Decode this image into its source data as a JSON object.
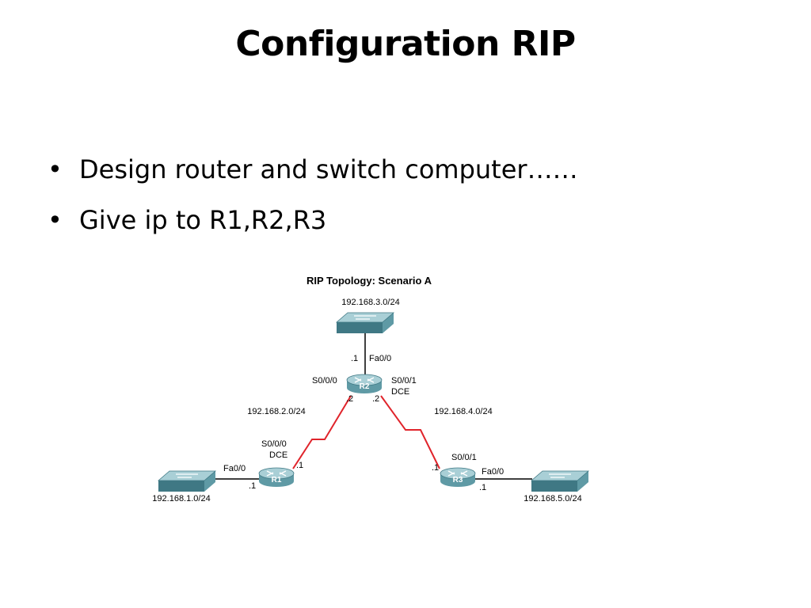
{
  "slide": {
    "title": "Configuration RIP",
    "bullets": [
      {
        "marker": "•",
        "text": "Design router and switch computer……"
      },
      {
        "marker": "•",
        "text": "Give ip to R1,R2,R3"
      }
    ]
  },
  "diagram": {
    "title": "RIP Topology: Scenario A",
    "colors": {
      "serial_link": "#e0242b",
      "ethernet_link": "#000000",
      "device_top": "#a9cfd6",
      "device_side": "#5f9aa5",
      "device_dark": "#3f7884"
    },
    "routers": [
      {
        "id": "R1",
        "label": "R1",
        "icon": "router-icon"
      },
      {
        "id": "R2",
        "label": "R2",
        "icon": "router-icon"
      },
      {
        "id": "R3",
        "label": "R3",
        "icon": "router-icon"
      }
    ],
    "switches": [
      {
        "id": "SW3",
        "icon": "switch-icon"
      },
      {
        "id": "SW1",
        "icon": "switch-icon"
      },
      {
        "id": "SW5",
        "icon": "switch-icon"
      }
    ],
    "networks": {
      "n3": "192.168.3.0/24",
      "n2": "192.168.2.0/24",
      "n4": "192.168.4.0/24",
      "n1": "192.168.1.0/24",
      "n5": "192.168.5.0/24"
    },
    "labels": {
      "r2_fa_host": ".1",
      "r2_fa": "Fa0/0",
      "r2_s000": "S0/0/0",
      "r2_s001": "S0/0/1",
      "r2_dce": "DCE",
      "r2_s000_host": ".2",
      "r2_s001_host": ".2",
      "r1_s000": "S0/0/0",
      "r1_dce": "DCE",
      "r1_s_host": ".1",
      "r1_fa": "Fa0/0",
      "r1_fa_host": ".1",
      "r3_s001": "S0/0/1",
      "r3_s_host": ".1",
      "r3_fa": "Fa0/0",
      "r3_fa_host": ".1"
    }
  }
}
